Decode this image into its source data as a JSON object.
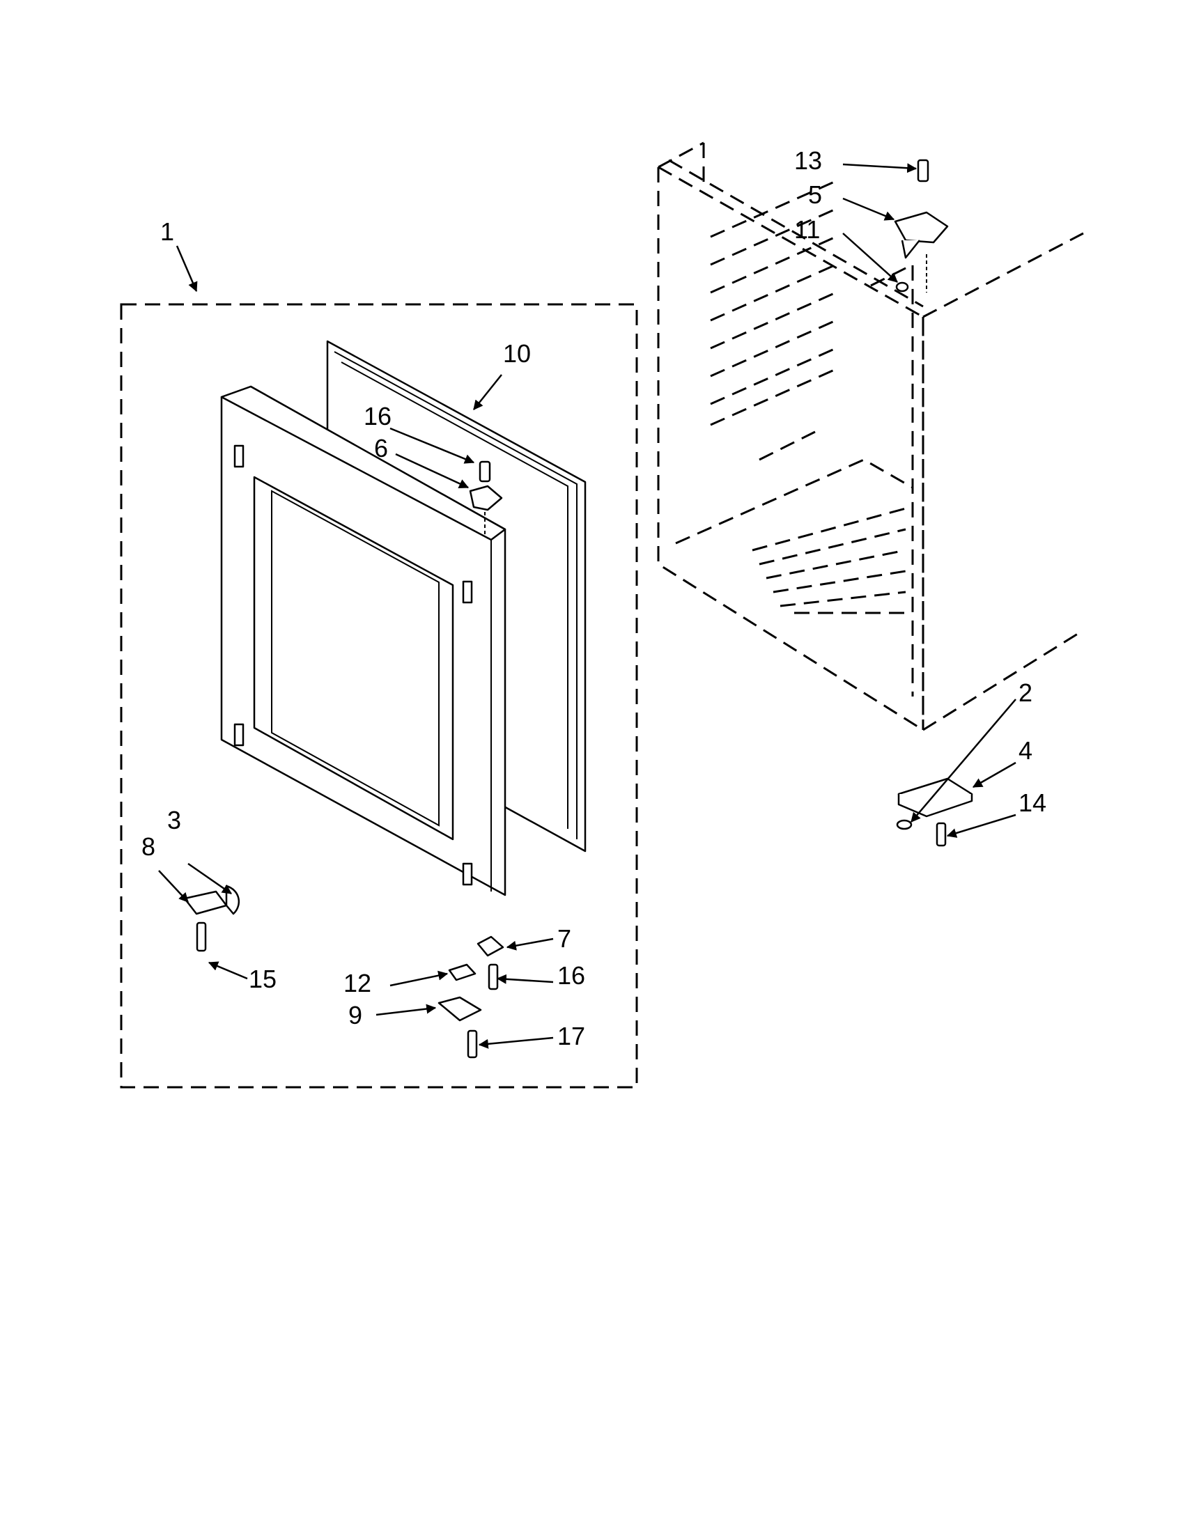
{
  "labels": {
    "l1": "1",
    "l2": "2",
    "l3": "3",
    "l4": "4",
    "l5": "5",
    "l6": "6",
    "l7": "7",
    "l8": "8",
    "l9": "9",
    "l10": "10",
    "l11": "11",
    "l12": "12",
    "l13": "13",
    "l14": "14",
    "l15": "15",
    "l16a": "16",
    "l16b": "16",
    "l17": "17"
  }
}
